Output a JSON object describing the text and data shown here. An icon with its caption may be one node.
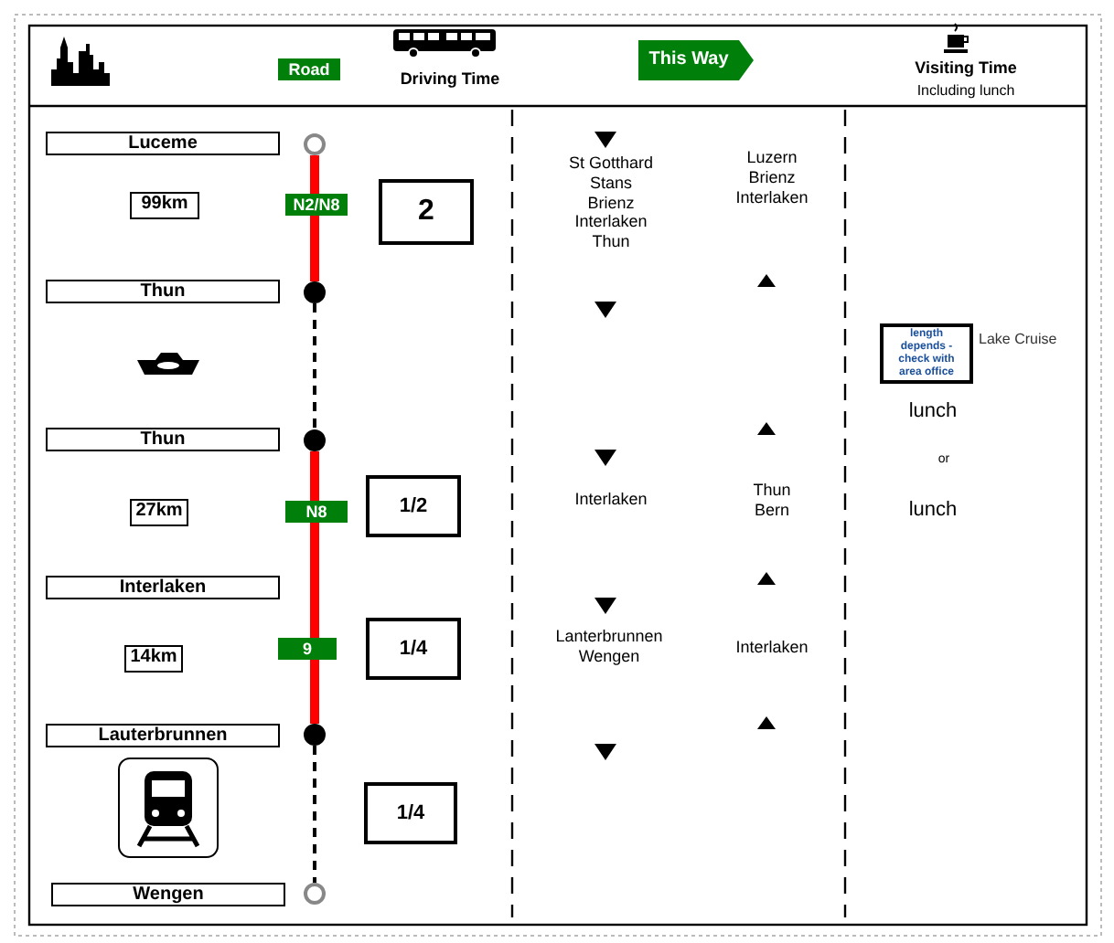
{
  "diagram": {
    "nodes": [
      {
        "text": [
          "Luceme"
        ]
      },
      {
        "text": [
          "Thun"
        ]
      },
      {
        "text": [
          "Thun"
        ]
      },
      {
        "text": [
          "Interlaken"
        ]
      },
      {
        "text": [
          "Lauterbrunnen"
        ]
      },
      {
        "text": [
          "Wengen"
        ]
      },
      {
        "text": [],
        "shape": "circle"
      },
      {
        "text": [],
        "shape": "circle"
      },
      {
        "text": [],
        "shape": "circle"
      },
      {
        "text": [],
        "shape": "circle"
      },
      {
        "text": [],
        "shape": "circle"
      },
      {
        "text": [
          "99km"
        ]
      },
      {
        "text": [
          "2"
        ]
      },
      {
        "text": [
          "27km"
        ]
      },
      {
        "text": [
          "1/2"
        ]
      },
      {
        "text": [
          "14km"
        ]
      },
      {
        "text": [
          "1/4"
        ]
      },
      {
        "text": [
          "1/4"
        ]
      },
      {
        "text": [
          "length depends - check with area office"
        ],
        "beside": [
          "Lake Cruise"
        ]
      }
    ],
    "edges": [
      {
        "from": 6,
        "to": 7,
        "arrow": "none",
        "style": "thick",
        "color": "#ff0000"
      },
      {
        "from": 7,
        "to": 8,
        "arrow": "none",
        "style": "dashed",
        "color": "#000000"
      },
      {
        "from": 8,
        "to": 9,
        "arrow": "none",
        "style": "thick",
        "color": "#ff0000"
      },
      {
        "from": 9,
        "to": 10,
        "arrow": "none",
        "style": "dashed",
        "color": "#000000"
      }
    ],
    "labels": [
      "Road",
      "Driving Time",
      "This Way",
      "Visiting Time",
      "Including lunch",
      "N2/N8",
      "St Gotthard Stans Brienz Interlaken Thun",
      "Luzern Brienz Interlaken",
      "N8",
      "Interlaken",
      "Thun Bern",
      "9",
      "Lanterbrunnen Wengen",
      "Interlaken",
      "lunch",
      "or",
      "lunch"
    ]
  }
}
